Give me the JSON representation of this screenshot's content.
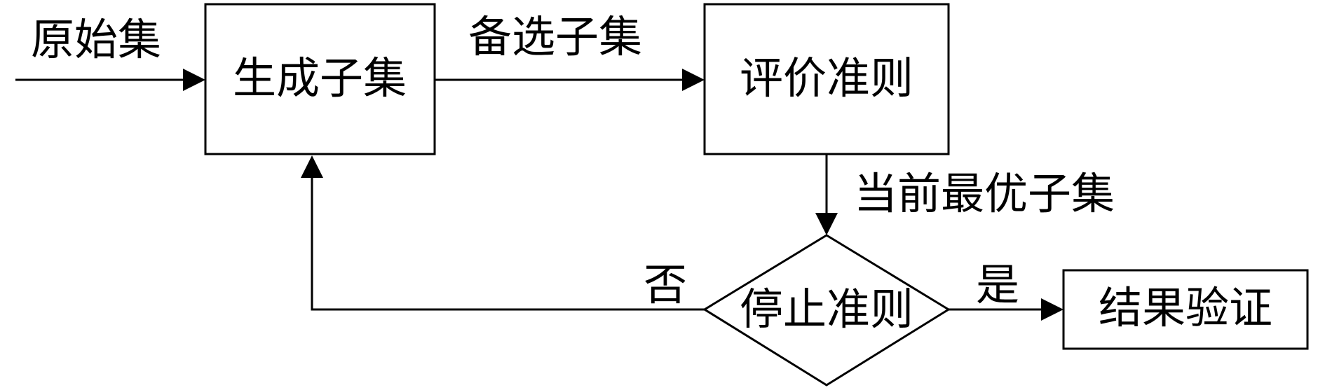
{
  "diagram": {
    "nodes": {
      "generate_subset": "生成子集",
      "evaluation_criterion": "评价准则",
      "stopping_criterion": "停止准则",
      "result_validation": "结果验证"
    },
    "edge_labels": {
      "original_set": "原始集",
      "candidate_subset": "备选子集",
      "current_best_subset": "当前最优子集",
      "no": "否",
      "yes": "是"
    }
  }
}
